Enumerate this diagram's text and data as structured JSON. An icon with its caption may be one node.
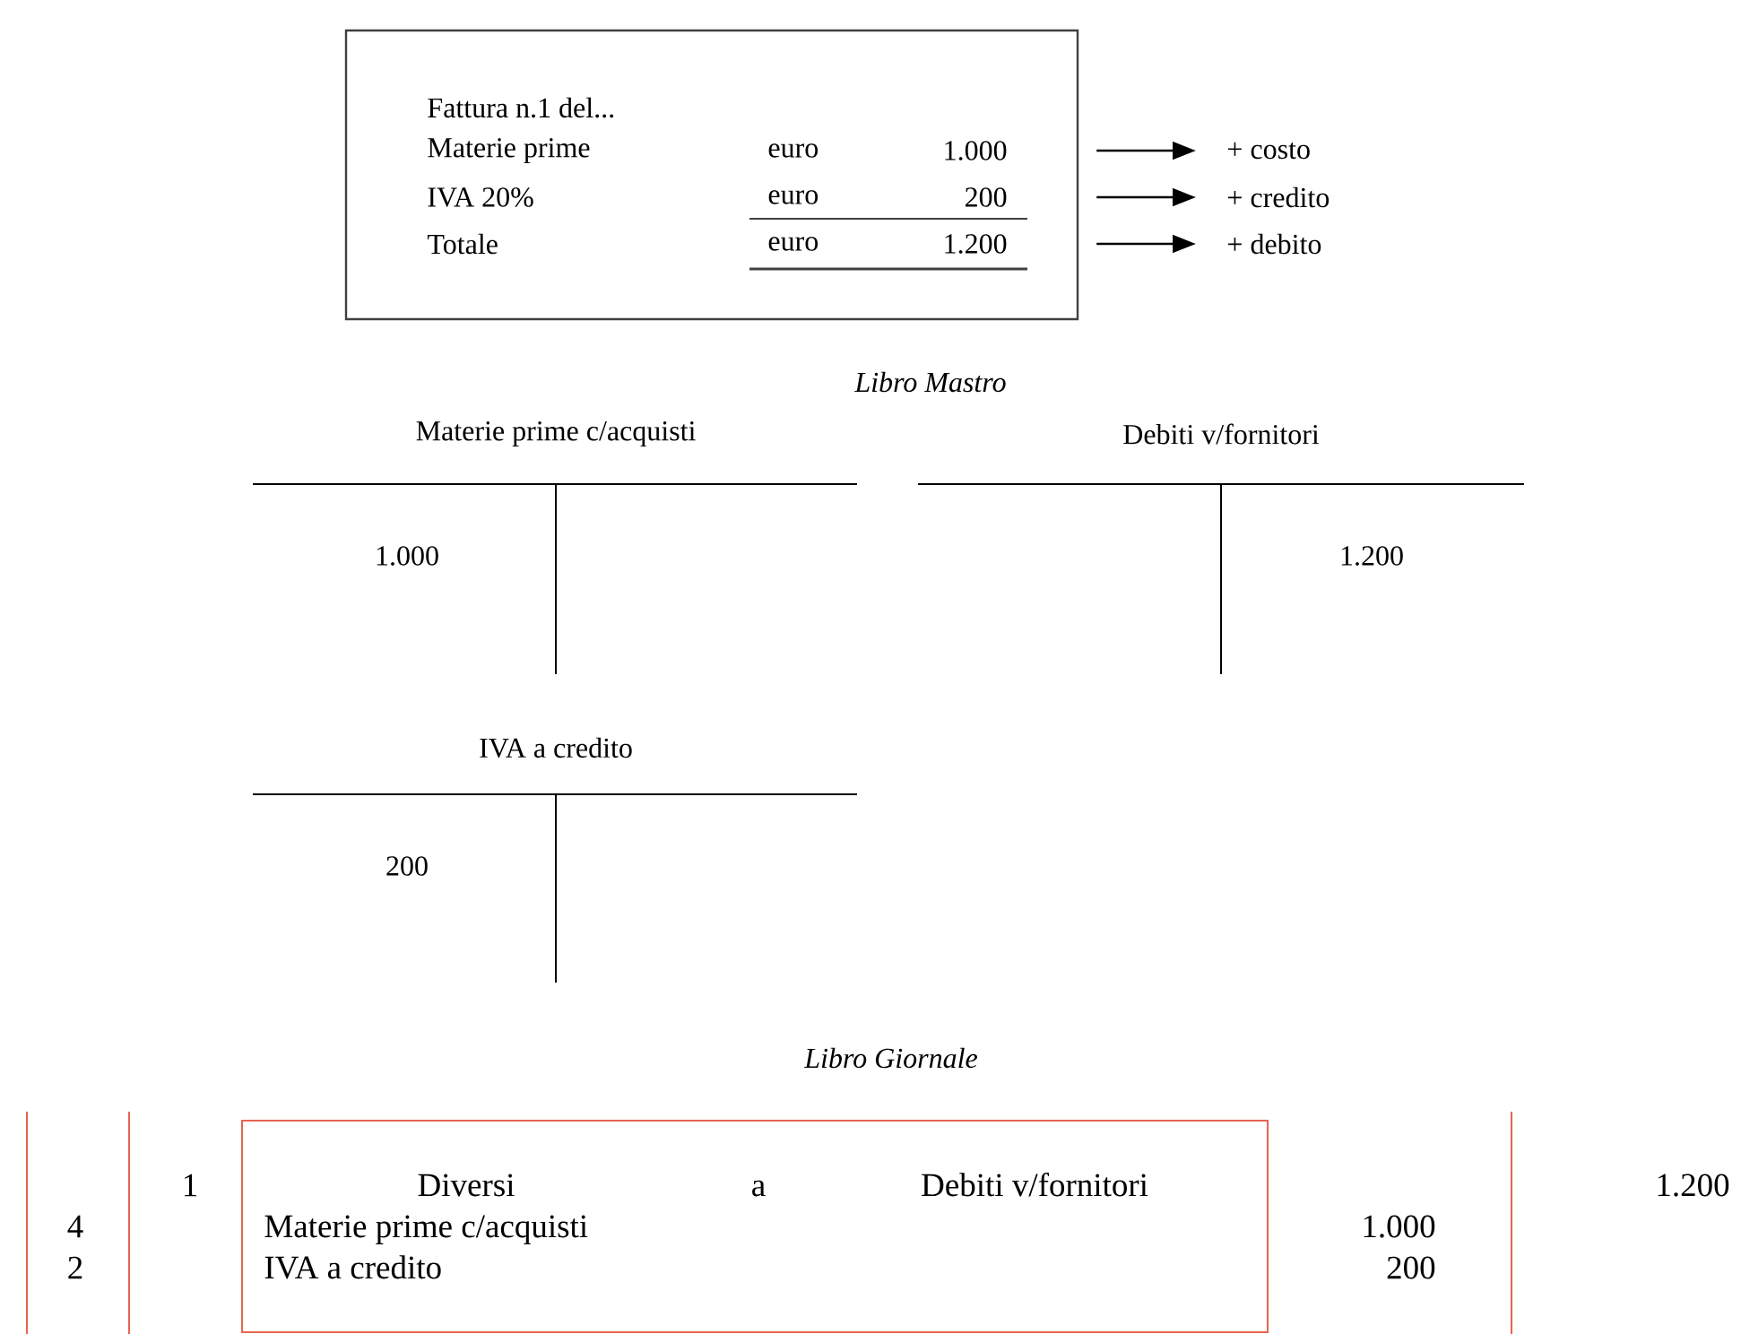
{
  "diagram": {
    "nodes": [
      {
        "text": [
          "Fattura n.1 del...",
          "Materie prime",
          "euro",
          "1.000",
          "IVA 20%",
          "euro",
          "200",
          "Totale",
          "euro",
          "1.200"
        ]
      },
      {
        "text": [
          "+ costo"
        ]
      },
      {
        "text": [
          "+ credito"
        ]
      },
      {
        "text": [
          "+ debito"
        ]
      },
      {
        "text": [
          "Diversi",
          "a",
          "Debiti v/fornitori",
          "Materie prime c/acquisti",
          "IVA a credito"
        ]
      }
    ],
    "edges": [
      {
        "from": 0,
        "to": 1,
        "arrow": "to"
      },
      {
        "from": 0,
        "to": 2,
        "arrow": "to"
      },
      {
        "from": 0,
        "to": 3,
        "arrow": "to"
      }
    ],
    "labels": [
      "Libro Mastro",
      "Materie prime c/acquisti",
      "Debiti v/fornitori",
      "1.000",
      "1.200",
      "IVA a credito",
      "200",
      "Libro Giornale",
      "1",
      "1.200",
      "4",
      "1.000",
      "2",
      "200"
    ]
  }
}
